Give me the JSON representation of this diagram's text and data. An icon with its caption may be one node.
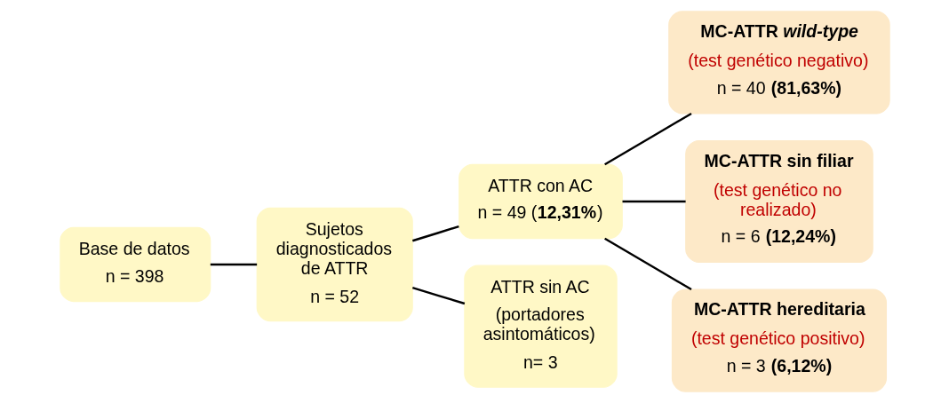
{
  "diagram": {
    "nodes": [
      {
        "text": [
          "Base de datos",
          "n = 398"
        ]
      },
      {
        "text": [
          "Sujetos diagnosticados de ATTR",
          "n = 52"
        ]
      },
      {
        "text": [
          "ATTR con AC",
          "n = 49 (**12,31%**)"
        ]
      },
      {
        "text": [
          "ATTR sin AC",
          "(portadores asintomáticos)",
          "n= 3"
        ]
      },
      {
        "text": [
          "MC-ATTR *wild-type*",
          "(test genético negativo)",
          "n = 40 **(81,63%)**"
        ]
      },
      {
        "text": [
          "MC-ATTR sin filiar",
          "(test genético no realizado)",
          "n = 6 **(12,24%)**"
        ]
      },
      {
        "text": [
          "MC-ATTR hereditaria",
          "(test genético positivo)",
          "n = 3 **(6,12%)**"
        ]
      }
    ],
    "edges": [
      {
        "from": 0,
        "to": 1,
        "arrow": "none"
      },
      {
        "from": 1,
        "to": 2,
        "arrow": "none"
      },
      {
        "from": 1,
        "to": 3,
        "arrow": "none"
      },
      {
        "from": 2,
        "to": 4,
        "arrow": "none"
      },
      {
        "from": 2,
        "to": 5,
        "arrow": "none"
      },
      {
        "from": 2,
        "to": 6,
        "arrow": "none"
      }
    ]
  }
}
